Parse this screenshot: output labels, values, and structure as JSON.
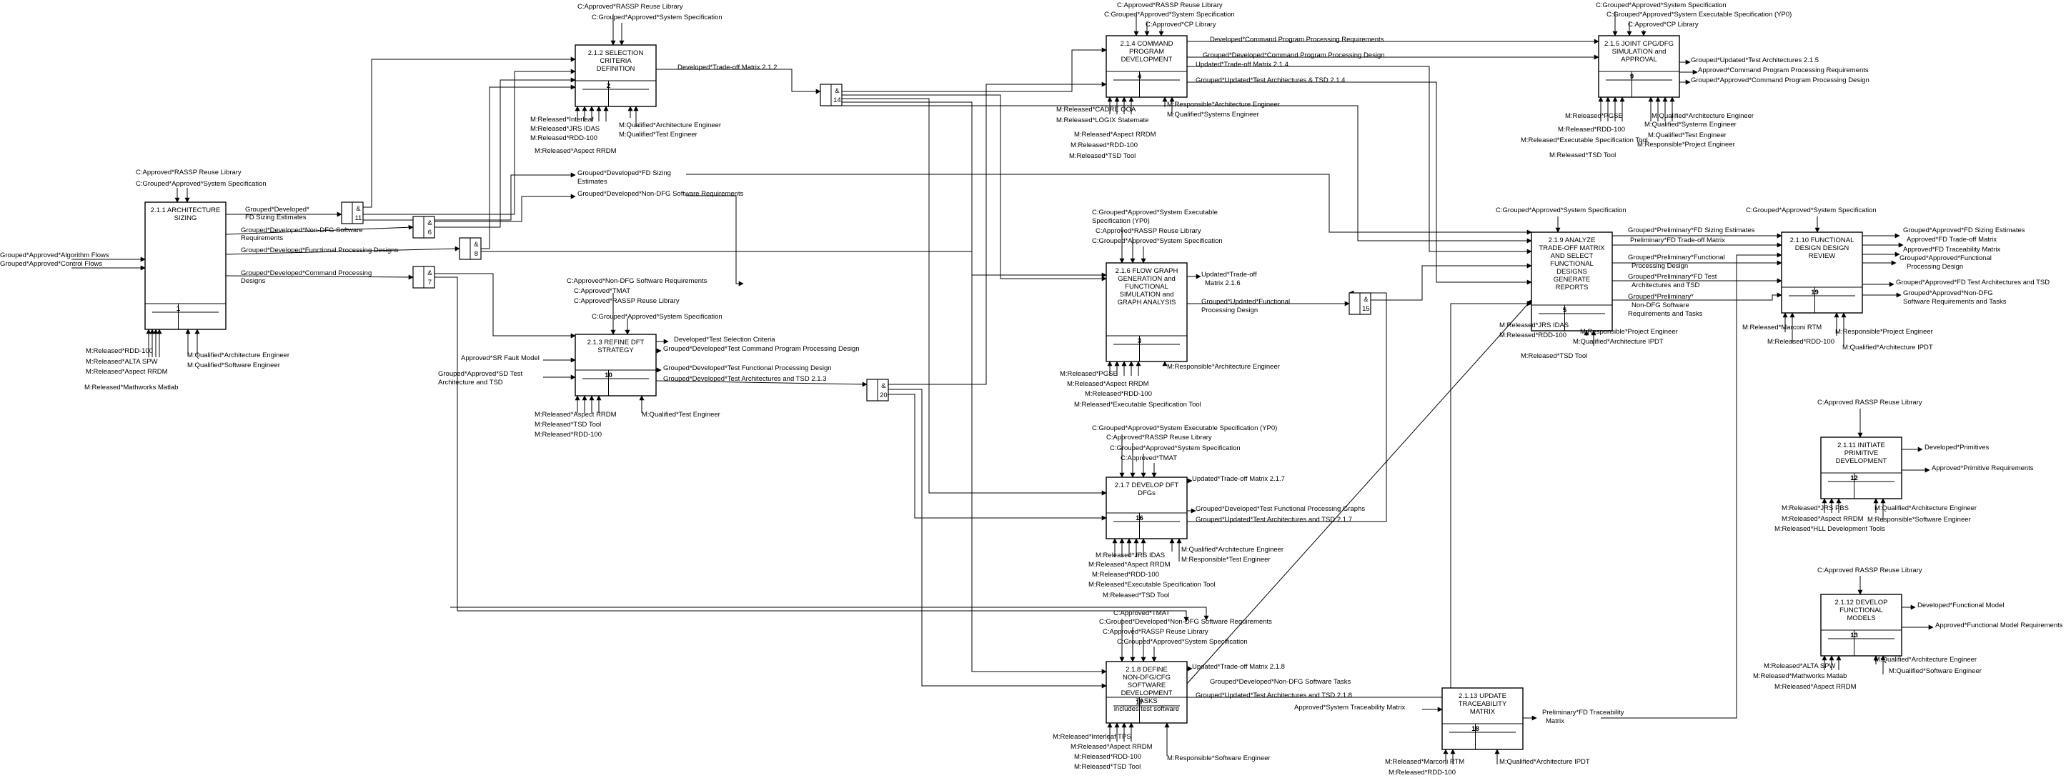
{
  "activities": [
    {
      "id": "a211",
      "lines": [
        "2.1.1 ARCHITECTURE",
        "SIZING"
      ],
      "num": "1"
    },
    {
      "id": "a212",
      "lines": [
        "2.1.2 SELECTION",
        "CRITERIA",
        "DEFINITION"
      ],
      "num": "2"
    },
    {
      "id": "a213",
      "lines": [
        "2.1.3 REFINE DFT",
        "STRATEGY"
      ],
      "num": "10"
    },
    {
      "id": "a214",
      "lines": [
        "2.1.4 COMMAND",
        "PROGRAM",
        "DEVELOPMENT"
      ],
      "num": "4"
    },
    {
      "id": "a215",
      "lines": [
        "2.1.5 JOINT CPG/DFG",
        "SIMULATION and",
        "APPROVAL"
      ],
      "num": "9"
    },
    {
      "id": "a216",
      "lines": [
        "2.1.6 FLOW GRAPH",
        "GENERATION and",
        "FUNCTIONAL",
        "SIMULATION and",
        "GRAPH ANALYSIS"
      ],
      "num": "3"
    },
    {
      "id": "a217",
      "lines": [
        "2.1.7 DEVELOP DFT",
        "DFGs"
      ],
      "num": "16"
    },
    {
      "id": "a218",
      "lines": [
        "2.1.8 DEFINE",
        "NON-DFG/CFG",
        "SOFTWARE",
        "DEVELOPMENT",
        "TASKS",
        "includes test software"
      ],
      "num": "17"
    },
    {
      "id": "a219",
      "lines": [
        "2.1.9 ANALYZE",
        "TRADE-OFF MATRIX",
        "AND SELECT",
        "FUNCTIONAL",
        "DESIGNS",
        "GENERATE",
        "REPORTS"
      ],
      "num": "5"
    },
    {
      "id": "a2110",
      "lines": [
        "2.1.10 FUNCTIONAL",
        "DESIGN DESIGN",
        "REVIEW"
      ],
      "num": "19"
    },
    {
      "id": "a2111",
      "lines": [
        "2.1.11 INITIATE",
        "PRIMITIVE",
        "DEVELOPMENT"
      ],
      "num": "12"
    },
    {
      "id": "a2112",
      "lines": [
        "2.1.12 DEVELOP",
        "FUNCTIONAL",
        "MODELS"
      ],
      "num": "13"
    },
    {
      "id": "a2113",
      "lines": [
        "2.1.13 UPDATE",
        "TRACEABILITY",
        "MATRIX"
      ],
      "num": "18"
    }
  ],
  "junctions": [
    {
      "id": "j11",
      "sym": "&",
      "num": "11"
    },
    {
      "id": "j6",
      "sym": "&",
      "num": "6"
    },
    {
      "id": "j8",
      "sym": "&",
      "num": "8"
    },
    {
      "id": "j7",
      "sym": "&",
      "num": "7"
    },
    {
      "id": "j14",
      "sym": "&",
      "num": "14"
    },
    {
      "id": "j20",
      "sym": "&",
      "num": "20"
    },
    {
      "id": "j15",
      "sym": "&",
      "num": "15"
    }
  ],
  "labels": {
    "a211_c1": "C:Approved*RASSP Reuse Library",
    "a211_c2": "C:Grouped*Approved*System Specification",
    "a211_i1": "Grouped*Approved*Algorithm Flows",
    "a211_i2": "Grouped*Approved*Control Flows",
    "a211_o1": "Grouped*Developed*",
    "a211_o1b": "FD Sizing Estimates",
    "a211_o2": "Grouped*Developed*Non-DFG Software",
    "a211_o2b": "Requirements",
    "a211_o3": "Grouped*Developed*Functional Processing Designs",
    "a211_o4": "Grouped*Developed*Command Processing",
    "a211_o4b": "Designs",
    "a211_m1": "M:Released*RDD-100",
    "a211_m2": "M:Released*ALTA SPW",
    "a211_m3": "M:Released*Aspect RRDM",
    "a211_m4": "M:Released*Mathworks Matlab",
    "a211_m5": "M:Qualified*Architecture Engineer",
    "a211_m6": "M:Qualified*Software Engineer",
    "a212_c1": "C:Approved*RASSP Reuse Library",
    "a212_c2": "C:Grouped*Approved*System Specification",
    "a212_o1": "Developed*Trade-off Matrix 2.1.2",
    "a212_m1": "M:Released*Interleaf",
    "a212_m2": "M:Released*JRS IDAS",
    "a212_m3": "M:Released*RDD-100",
    "a212_m4": "M:Released*Aspect RRDM",
    "a212_m5": "M:Qualified*Architecture Engineer",
    "a212_m6": "M:Qualified*Test Engineer",
    "mid_1": "Grouped*Developed*FD Sizing",
    "mid_1b": "Estimates",
    "mid_2": "Grouped*Developed*Non-DFG Software Requirements",
    "a213_c1": "C:Approved*Non-DFG Software Requirements",
    "a213_c2": "C:Approved*TMAT",
    "a213_c3": "C:Approved*RASSP Reuse Library",
    "a213_c4": "C:Grouped*Approved*System Specification",
    "a213_i1": "Approved*SR Fault Model",
    "a213_i2": "Grouped*Approved*SD Test",
    "a213_i2b": "Architecture and TSD",
    "a213_o1": "Developed*Test Selection Criteria",
    "a213_o2": "Grouped*Developed*Test Command Program Processing Design",
    "a213_o3": "Grouped*Developed*Test Functional Processing Design",
    "a213_o4": "Grouped*Developed*Test Architectures and TSD 2.1.3",
    "a213_m1": "M:Released*Aspect RRDM",
    "a213_m2": "M:Released*TSD Tool",
    "a213_m3": "M:Released*RDD-100",
    "a213_m4": "M:Qualified*Test Engineer",
    "a214_c1": "C:Approved*RASSP Reuse Library",
    "a214_c2": "C:Grouped*Approved*System Specification",
    "a214_c3": "C:Approved*CP Library",
    "a214_o1": "Developed*Command Program Processing Requirements",
    "a214_o2": "Grouped*Developed*Command Program Processing Design",
    "a214_o3": "Updated*Trade-off Matrix 2.1.4",
    "a214_o4": "Grouped*Updated*Test Architectures & TSD 2.1.4",
    "a214_m1": "M:Released*CADRE OOA",
    "a214_m2": "M:Released*LOGIX Statemate",
    "a214_m3": "M:Released*Aspect RRDM",
    "a214_m4": "M:Released*RDD-100",
    "a214_m5": "M:Released*TSD Tool",
    "a214_m6": "M:Responsible*Architecture Engineer",
    "a214_m7": "M:Qualified*Systems Engineer",
    "a215_c1": "C:Grouped*Approved*System Specification",
    "a215_c2": "C:Grouped*Approved*System Executable Specification (YP0)",
    "a215_c3": "C:Approved*CP Library",
    "a215_o1": "Grouped*Updated*Test Architectures 2.1.5",
    "a215_o2": "Approved*Command Program Processing Requirements",
    "a215_o3": "Grouped*Approved*Command Program Processing Design",
    "a215_m1": "M:Released*PGSE",
    "a215_m2": "M:Released*RDD-100",
    "a215_m3": "M:Released*Executable Specification Tool",
    "a215_m4": "M:Released*TSD Tool",
    "a215_m5": "M:Qualified*Architecture Engineer",
    "a215_m6": "M:Qualified*Systems Engineer",
    "a215_m7": "M:Qualified*Test Engineer",
    "a215_m8": "M:Responsible*Project Engineer",
    "a216_c1": "C:Grouped*Approved*System Executable",
    "a216_c1b": "Specification (YP0)",
    "a216_c2": "C:Approved*RASSP Reuse Library",
    "a216_c3": "C:Grouped*Approved*System Specification",
    "a216_o1": "Updated*Trade-off",
    "a216_o1b": "Matrix 2.1.6",
    "a216_o2": "Grouped*Updated*Functional",
    "a216_o2b": "Processing Design",
    "a216_m1": "M:Released*PGSE",
    "a216_m2": "M:Released*Aspect RRDM",
    "a216_m3": "M:Released*RDD-100",
    "a216_m4": "M:Released*Executable Specification Tool",
    "a216_m5": "M:Responsible*Architecture Engineer",
    "a217_c1": "C:Grouped*Approved*System Executable Specification (YP0)",
    "a217_c2": "C:Approved*RASSP Reuse Library",
    "a217_c3": "C:Grouped*Approved*System Specification",
    "a217_c4": "C:Approved*TMAT",
    "a217_o1": "Updated*Trade-off Matrix 2.1.7",
    "a217_o2": "Grouped*Developed*Test Functional Processing Graphs",
    "a217_o3": "Grouped*Updated*Test Architectures and TSD 2.1.7",
    "a217_m1": "M:Released*JRS IDAS",
    "a217_m2": "M:Released*Aspect RRDM",
    "a217_m3": "M:Released*RDD-100",
    "a217_m4": "M:Released*Executable Specification Tool",
    "a217_m5": "M:Released*TSD Tool",
    "a217_m6": "M:Qualified*Architecture Engineer",
    "a217_m7": "M:Responsible*Test Engineer",
    "a218_c1": "C:Approved*TMAT",
    "a218_c2": "C:Grouped*Developed*Non-DFG Software Requirements",
    "a218_c3": "C:Approved*RASSP Reuse Library",
    "a218_c4": "C:Grouped*Approved*System Specification",
    "a218_o1": "Updated*Trade-off Matrix 2.1.8",
    "a218_o2": "Grouped*Developed*Non-DFG Software Tasks",
    "a218_o3": "Grouped*Updated*Test Architectures and TSD 2.1.8",
    "a218_m1": "M:Released*Interleaf TPS",
    "a218_m2": "M:Released*Aspect RRDM",
    "a218_m3": "M:Released*RDD-100",
    "a218_m4": "M:Released*TSD Tool",
    "a218_m5": "M:Responsible*Software Engineer",
    "a219_c1": "C:Grouped*Approved*System Specification",
    "a219_o1": "Grouped*Preliminary*FD Sizing Estimates",
    "a219_o2": "Preliminary*FD Trade-off Matrix",
    "a219_o3": "Grouped*Preliminary*Functional",
    "a219_o3b": "Processing Design",
    "a219_o4": "Grouped*Preliminary*FD Test",
    "a219_o4b": "Architectures and TSD",
    "a219_o5": "Grouped*Preliminary*",
    "a219_o5b": "Non-DFG Software",
    "a219_o5c": "Requirements and Tasks",
    "a219_m1": "M:Released*JRS IDAS",
    "a219_m2": "M:Released*RDD-100",
    "a219_m3": "M:Released*TSD Tool",
    "a219_m4": "M:Responsible*Project Engineer",
    "a219_m5": "M:Qualified*Architecture IPDT",
    "a2110_c1": "C:Grouped*Approved*System Specification",
    "a2110_o1": "Grouped*Approved*FD Sizing Estimates",
    "a2110_o2": "Approved*FD Trade-off Matrix",
    "a2110_o3": "Approved*FD Traceability Matrix",
    "a2110_o4": "Grouped*Approved*Functional",
    "a2110_o4b": "Processing Design",
    "a2110_o5": "Grouped*Approved*FD Test Architectures and TSD",
    "a2110_o6": "Grouped*Approved*Non-DFG",
    "a2110_o6b": "Software Requirements and Tasks",
    "a2110_m1": "M:Released*Marconi RTM",
    "a2110_m2": "M:Released*RDD-100",
    "a2110_m3": "M:Responsible*Project Engineer",
    "a2110_m4": "M:Qualified*Architecture IPDT",
    "a2111_c1": "C:Approved RASSP Reuse Library",
    "a2111_o1": "Developed*Primitives",
    "a2111_o2": "Approved*Primitive Requirements",
    "a2111_m1": "M:Released*JRS PBS",
    "a2111_m2": "M:Released*Aspect RRDM",
    "a2111_m3": "M:Released*HLL Development Tools",
    "a2111_m4": "M:Qualified*Architecture Engineer",
    "a2111_m5": "M:Responsible*Software Engineer",
    "a2112_c1": "C:Approved RASSP Reuse Library",
    "a2112_o1": "Developed*Functional Model",
    "a2112_o2": "Approved*Functional Model Requirements",
    "a2112_m1": "M:Released*ALTA SPW",
    "a2112_m2": "M:Released*Mathworks Matlab",
    "a2112_m3": "M:Released*Aspect RRDM",
    "a2112_m4": "M:Qualified*Architecture Engineer",
    "a2112_m5": "M:Qualified*Software Engineer",
    "a2113_i1": "Approved*System Traceability Matrix",
    "a2113_o1": "Preliminary*FD Traceability",
    "a2113_o1b": "Matrix",
    "a2113_m1": "M:Released*Marconi RTM",
    "a2113_m2": "M:Released*RDD-100",
    "a2113_m3": "M:Qualified*Architecture IPDT"
  }
}
